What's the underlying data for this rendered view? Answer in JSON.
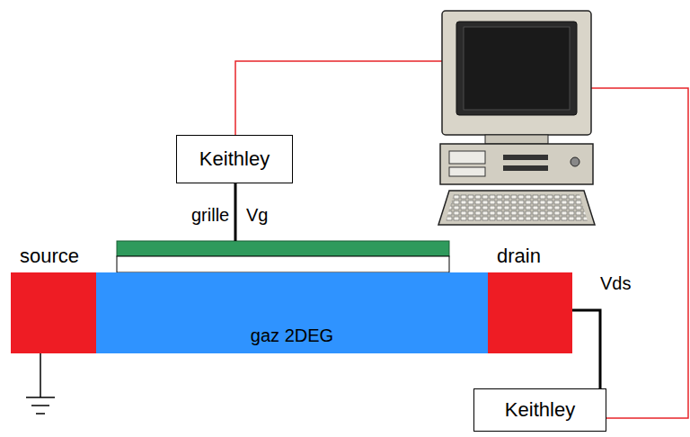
{
  "diagram": {
    "nodes": [
      {
        "text": [
          "Keithley"
        ]
      },
      {
        "text": [
          "source"
        ]
      },
      {
        "text": [
          "gaz 2DEG"
        ]
      },
      {
        "text": [
          "drain"
        ]
      },
      {
        "text": [
          "Keithley"
        ]
      }
    ],
    "edges": [
      {
        "from": 3,
        "to": 4,
        "arrow": "none"
      }
    ],
    "labels": [
      "grille",
      "Vg",
      "Vds"
    ]
  }
}
